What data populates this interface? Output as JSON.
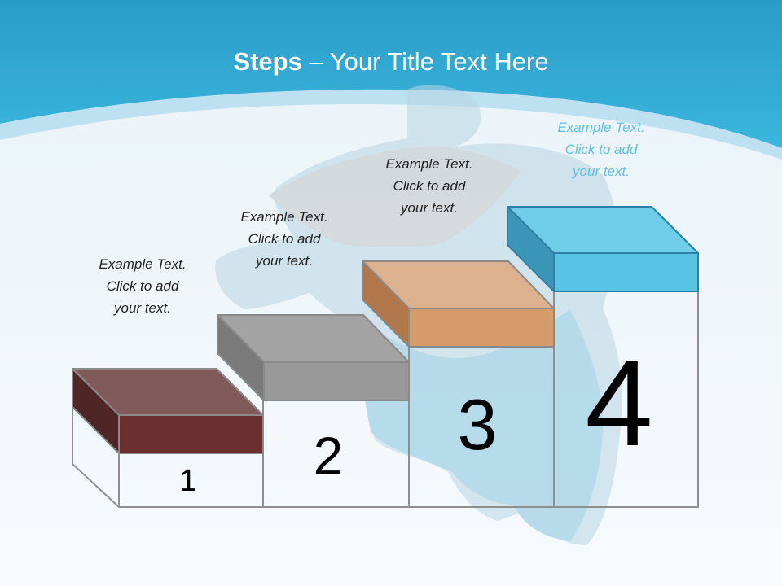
{
  "title": {
    "bold": "Steps",
    "rest": " – Your Title Text Here"
  },
  "colors": {
    "header_dark": "#1e92bd",
    "header_light": "#39b4dc",
    "step1": "#6b2f2f",
    "step2": "#9c9c9c",
    "step3": "#d49c6a",
    "step4": "#57c4e6"
  },
  "steps": [
    {
      "number": "1",
      "text": [
        "Example Text.",
        "Click  to add",
        "your text."
      ]
    },
    {
      "number": "2",
      "text": [
        "Example Text.",
        "Click  to add",
        "your text."
      ]
    },
    {
      "number": "3",
      "text": [
        "Example Text.",
        "Click  to add",
        "your text."
      ]
    },
    {
      "number": "4",
      "text": [
        "Example Text.",
        "Click  to add",
        "your text."
      ]
    }
  ]
}
